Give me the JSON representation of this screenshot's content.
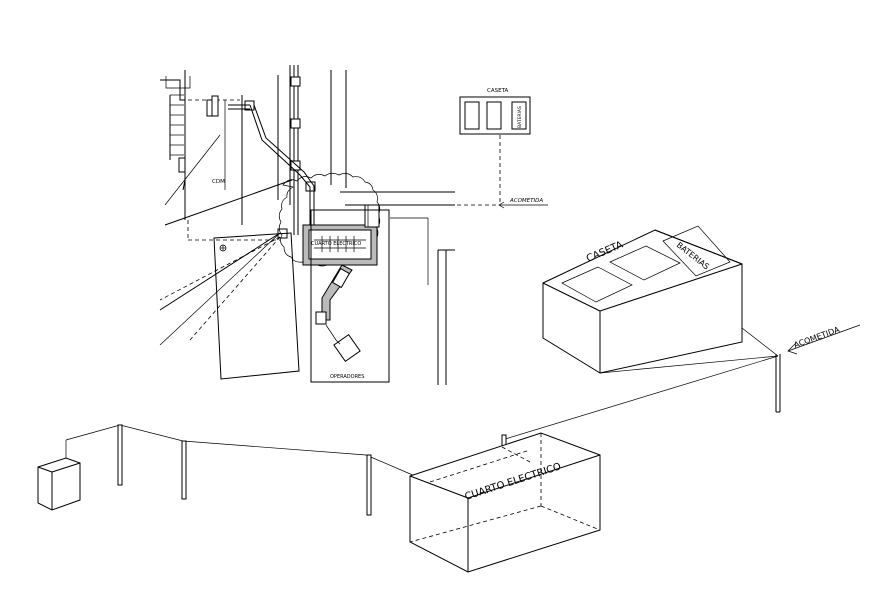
{
  "labels": {
    "caseta_plan": "CASETA",
    "baterias": "BATERIAS",
    "acometida_plan": "ACOMETIDA",
    "cdm": "CDM",
    "cuarto_electrico_plan": "CUARTO ELECTRICO",
    "operadores": "OPERADORES",
    "caseta_iso": "CASETA",
    "baterias_iso": "BATERIAS",
    "acometida_iso": "ACOMETIDA",
    "cuarto_electrico_iso": "CUARTO ELECTRICO"
  }
}
